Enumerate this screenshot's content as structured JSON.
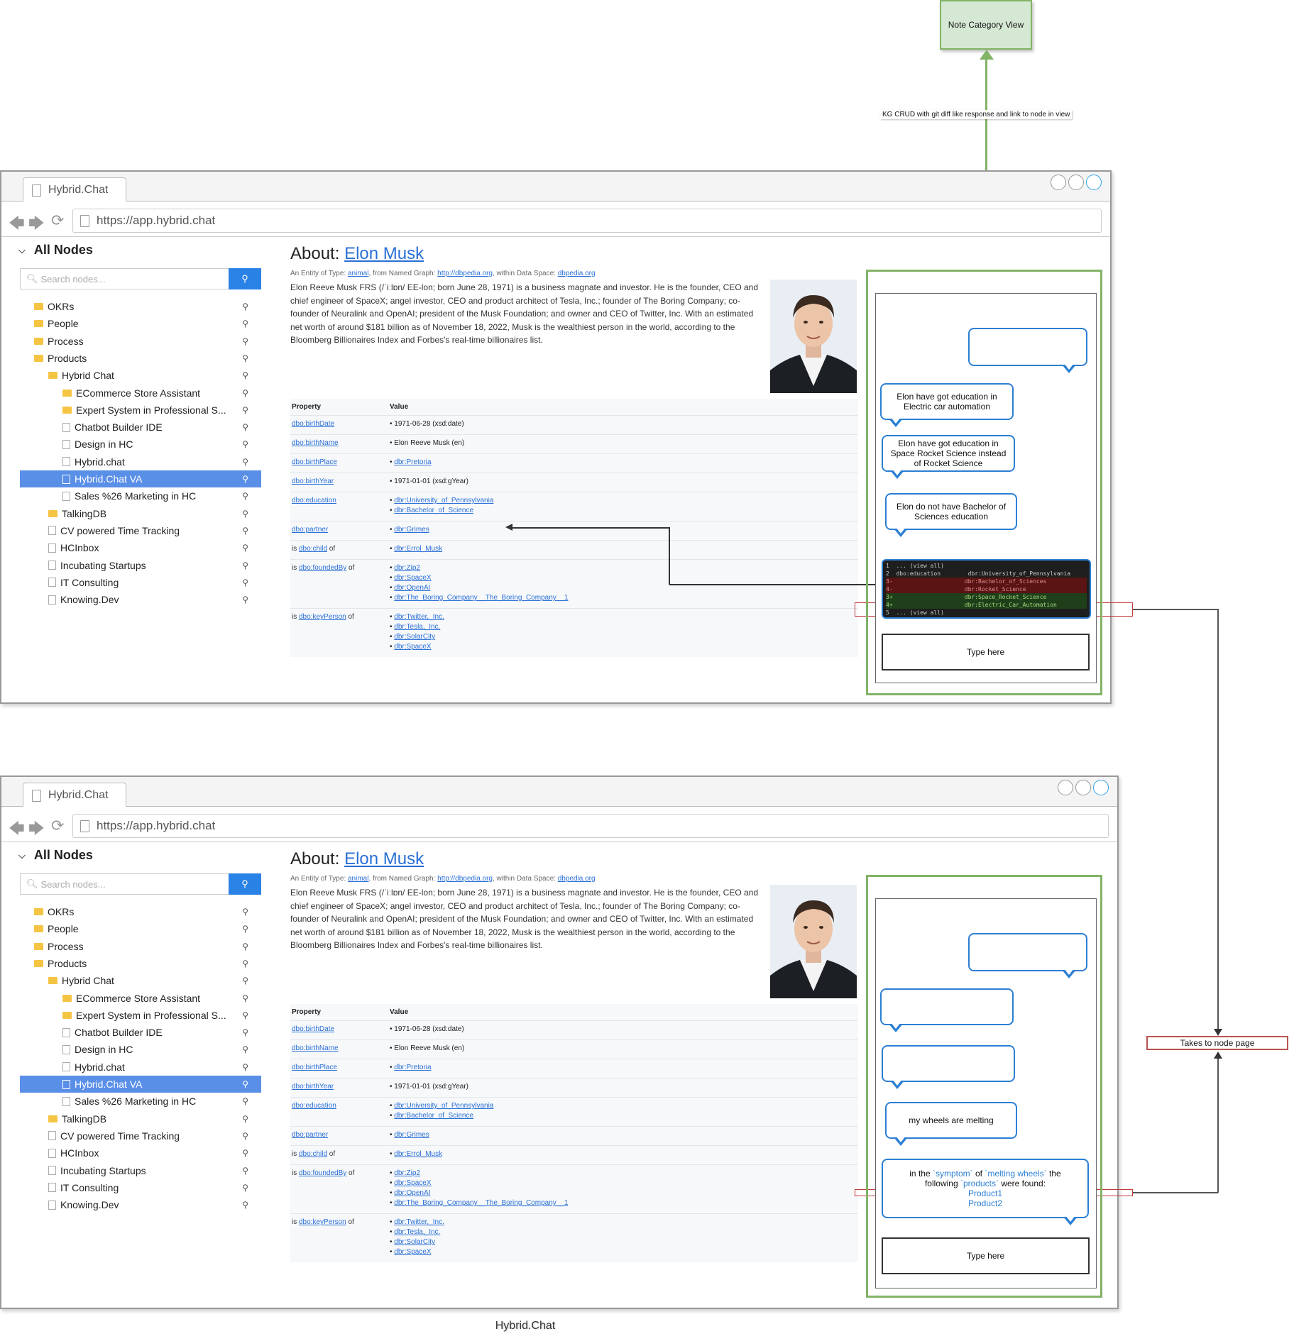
{
  "note_box": {
    "label": "Note Category View"
  },
  "edge_label": "KG CRUD with  git diff like response and link to node in view",
  "takes_box": {
    "label": "Takes to node page"
  },
  "caption": "Hybrid.Chat",
  "colors": {
    "accent": "#2b82e6",
    "selection": "#5a8fe8",
    "green": "#82b366",
    "red": "#b85450",
    "link": "#2a6fd6"
  },
  "browser": {
    "tab_title": "Hybrid.Chat",
    "url": "https://app.hybrid.chat",
    "icons": [
      "back-arrow-icon",
      "forward-arrow-icon",
      "reload-icon",
      "page-icon"
    ]
  },
  "sidebar": {
    "header": "All Nodes",
    "search_placeholder": "Search nodes...",
    "items": [
      {
        "label": "OKRs",
        "icon": "folder-icon",
        "depth": 0
      },
      {
        "label": "People",
        "icon": "folder-icon",
        "depth": 0
      },
      {
        "label": "Process",
        "icon": "folder-icon",
        "depth": 0
      },
      {
        "label": "Products",
        "icon": "folder-icon",
        "depth": 0
      },
      {
        "label": "Hybrid Chat",
        "icon": "folder-icon",
        "depth": 1
      },
      {
        "label": "ECommerce Store Assistant",
        "icon": "folder-icon",
        "depth": 2
      },
      {
        "label": "Expert System in Professional S...",
        "icon": "folder-icon",
        "depth": 2
      },
      {
        "label": "Chatbot Builder IDE",
        "icon": "file-icon",
        "depth": 2
      },
      {
        "label": "Design in HC",
        "icon": "file-icon",
        "depth": 2
      },
      {
        "label": "Hybrid.chat",
        "icon": "file-icon",
        "depth": 2
      },
      {
        "label": "Hybrid.Chat VA",
        "icon": "file-icon",
        "depth": 2,
        "selected": true
      },
      {
        "label": "Sales %26 Marketing in HC",
        "icon": "file-icon",
        "depth": 2
      },
      {
        "label": "TalkingDB",
        "icon": "folder-icon",
        "depth": 1
      },
      {
        "label": "CV powered Time Tracking",
        "icon": "file-icon",
        "depth": 1
      },
      {
        "label": "HCInbox",
        "icon": "file-icon",
        "depth": 1
      },
      {
        "label": "Incubating Startups",
        "icon": "file-icon",
        "depth": 1
      },
      {
        "label": "IT Consulting",
        "icon": "file-icon",
        "depth": 1
      },
      {
        "label": "Knowing.Dev",
        "icon": "file-icon",
        "depth": 1
      }
    ]
  },
  "about": {
    "prefix": "About:",
    "name": "Elon Musk",
    "entity_prefix": "An Entity of Type: ",
    "entity_type": "animal",
    "entity_mid": ", from Named Graph: ",
    "graph": "http://dbpedia.org",
    "entity_mid2": ", within Data Space: ",
    "space": "dbpedia.org",
    "bio": "Elon Reeve Musk FRS (/ˈiːlɒn/ EE-lon; born June 28, 1971) is a business magnate and investor. He is the founder, CEO and chief engineer of SpaceX; angel investor, CEO and product architect of Tesla, Inc.; founder of The Boring Company; co-founder of Neuralink and OpenAI; president of the Musk Foundation; and owner and CEO of Twitter, Inc. With an estimated net worth of around $181 billion as of November 18, 2022, Musk is the wealthiest person in the world, according to the Bloomberg Billionaires Index and Forbes's real-time billionaires list."
  },
  "table": {
    "headers": [
      "Property",
      "Value"
    ],
    "rows": [
      {
        "prefix": "",
        "key": "dbo:birthDate",
        "suffix": "",
        "values": [
          {
            "text": "1971-06-28 (xsd:date)",
            "link": false
          }
        ]
      },
      {
        "prefix": "",
        "key": "dbo:birthName",
        "suffix": "",
        "values": [
          {
            "text": "Elon Reeve Musk (en)",
            "link": false
          }
        ]
      },
      {
        "prefix": "",
        "key": "dbo:birthPlace",
        "suffix": "",
        "values": [
          {
            "text": "dbr:Pretoria",
            "link": true
          }
        ]
      },
      {
        "prefix": "",
        "key": "dbo:birthYear",
        "suffix": "",
        "values": [
          {
            "text": "1971-01-01 (xsd:gYear)",
            "link": false
          }
        ]
      },
      {
        "prefix": "",
        "key": "dbo:education",
        "suffix": "",
        "values": [
          {
            "text": "dbr:University_of_Pennsylvania",
            "link": true
          },
          {
            "text": "dbr:Bachelor_of_Science",
            "link": true
          }
        ]
      },
      {
        "prefix": "",
        "key": "dbo:partner",
        "suffix": "",
        "values": [
          {
            "text": "dbr:Grimes",
            "link": true
          }
        ]
      },
      {
        "prefix": "is ",
        "key": "dbo:child",
        "suffix": " of",
        "values": [
          {
            "text": "dbr:Errol_Musk",
            "link": true
          }
        ]
      },
      {
        "prefix": "is ",
        "key": "dbo:foundedBy",
        "suffix": " of",
        "values": [
          {
            "text": "dbr:Zip2",
            "link": true
          },
          {
            "text": "dbr:SpaceX",
            "link": true
          },
          {
            "text": "dbr:OpenAI",
            "link": true
          },
          {
            "text": "dbr:The_Boring_Company__The_Boring_Company__1",
            "link": true
          }
        ]
      },
      {
        "prefix": "is ",
        "key": "dbo:keyPerson",
        "suffix": " of",
        "values": [
          {
            "text": "dbr:Twitter,_Inc.",
            "link": true
          },
          {
            "text": "dbr:Tesla,_Inc.",
            "link": true
          },
          {
            "text": "dbr:SolarCity",
            "link": true
          },
          {
            "text": "dbr:SpaceX",
            "link": true
          }
        ]
      }
    ]
  },
  "chat1": {
    "bubbles": [
      "",
      "Elon have got education in Electric car automation",
      "Elon have got education in Space Rocket Science instead of Rocket Science",
      "Elon do not have Bachelor of Sciences education"
    ],
    "diff_lines": [
      {
        "type": "ctx",
        "text": "1  ... (view all)"
      },
      {
        "type": "ctx",
        "text": "2  dbo:education        dbr:University_of_Pennsylvania"
      },
      {
        "type": "del",
        "text": "3-                     dbr:Bachelor_of_Sciences"
      },
      {
        "type": "del",
        "text": "4-                     dbr:Rocket_Science"
      },
      {
        "type": "add",
        "text": "3+                     dbr:Space_Rocket_Science"
      },
      {
        "type": "add",
        "text": "4+                     dbr:Electric_Car_Automation"
      },
      {
        "type": "ctx",
        "text": "5  ... (view all)"
      }
    ],
    "input": "Type here"
  },
  "chat2": {
    "bubbles": [
      "",
      "",
      "",
      "my wheels are melting"
    ],
    "result_line1_a": "in the ",
    "result_kw1": "`symptom`",
    "result_line1_b": " of ",
    "result_kw2": "`melting wheels`",
    "result_line1_c": " the",
    "result_line2_a": "following ",
    "result_kw3": "`products`",
    "result_line2_b": " were found:",
    "products": [
      "Product1",
      "Product2"
    ],
    "input": "Type here"
  }
}
